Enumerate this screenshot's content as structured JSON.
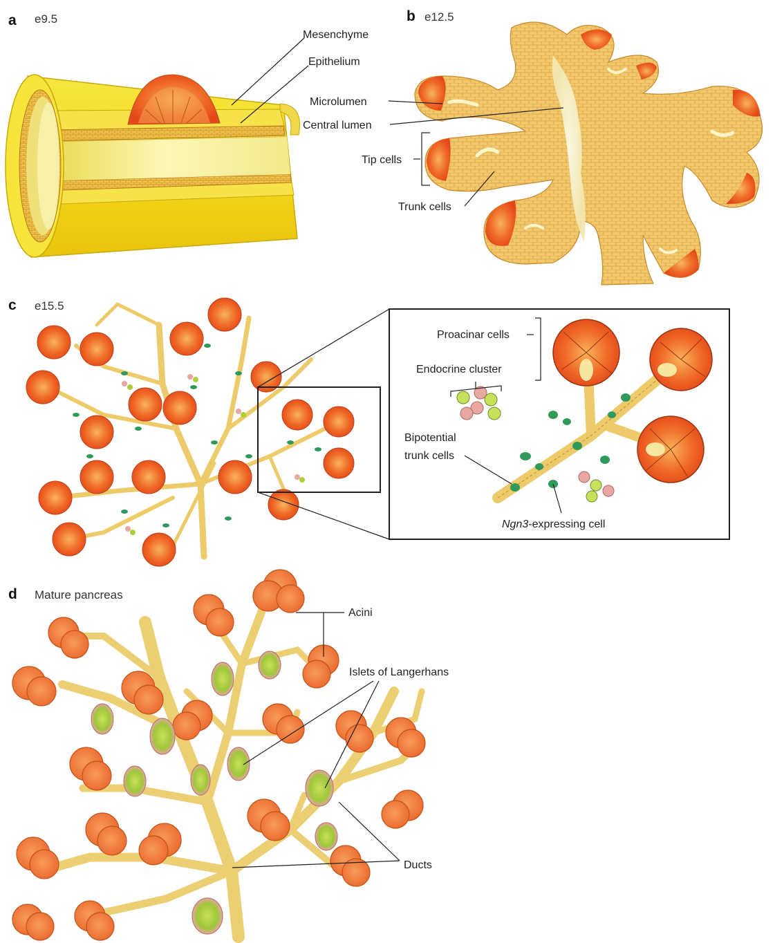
{
  "panels": {
    "a": {
      "letter": "a",
      "stage": "e9.5",
      "labels": {
        "mesenchyme": "Mesenchyme",
        "epithelium": "Epithelium"
      }
    },
    "b": {
      "letter": "b",
      "stage": "e12.5",
      "labels": {
        "microlumen": "Microlumen",
        "central_lumen": "Central lumen",
        "tip_cells": "Tip cells",
        "trunk_cells": "Trunk cells"
      }
    },
    "c": {
      "letter": "c",
      "stage": "e15.5",
      "labels": {
        "proacinar": "Proacinar cells",
        "endocrine": "Endocrine cluster",
        "bipotential_1": "Bipotential",
        "bipotential_2": "trunk cells",
        "ngn3_gene": "Ngn3",
        "ngn3_rest": "-expressing cell"
      }
    },
    "d": {
      "letter": "d",
      "stage": "Mature pancreas",
      "labels": {
        "acini": "Acini",
        "islets": "Islets of Langerhans",
        "ducts": "Ducts"
      }
    }
  },
  "colors": {
    "tube_yellow": "#f6e62a",
    "tube_inner": "#f7ee78",
    "epithelium_orange": "#f0c44a",
    "tissue_tan": "#f2c86a",
    "cell_outline": "#d49a3a",
    "tip_red": "#ec5a1e",
    "acinus_orange": "#f07a3c",
    "duct_yellow": "#eccf72",
    "ngn3_green": "#2f9a5a",
    "islet_green": "#a9cf3a",
    "islet_pink": "#e9a7a2"
  }
}
